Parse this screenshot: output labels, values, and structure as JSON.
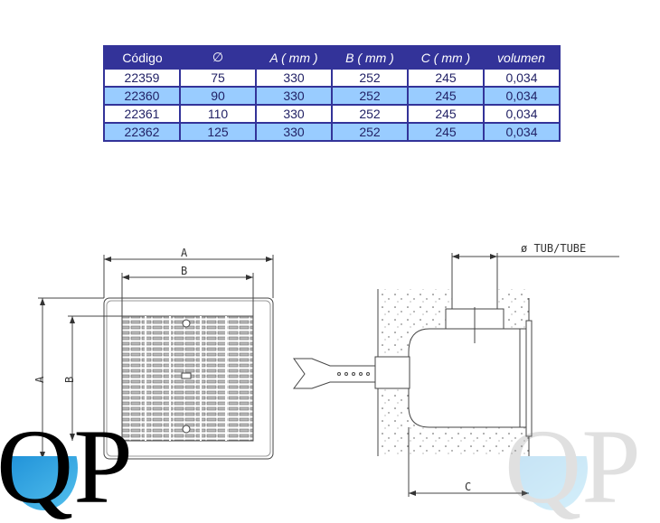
{
  "table": {
    "headers": [
      "Código",
      "∅",
      "A ( mm )",
      "B ( mm )",
      "C ( mm )",
      "volumen"
    ],
    "rows": [
      [
        "22359",
        "75",
        "330",
        "252",
        "245",
        "0,034"
      ],
      [
        "22360",
        "90",
        "330",
        "252",
        "245",
        "0,034"
      ],
      [
        "22361",
        "110",
        "330",
        "252",
        "245",
        "0,034"
      ],
      [
        "22362",
        "125",
        "330",
        "252",
        "245",
        "0,034"
      ]
    ]
  },
  "diagram": {
    "dim_a": "A",
    "dim_b": "B",
    "dim_c": "C",
    "tube_label": "ø TUB/TUBE"
  },
  "logo": {
    "text": "QP"
  },
  "colors": {
    "header": "#333399",
    "row_alt": "#99ccff"
  }
}
